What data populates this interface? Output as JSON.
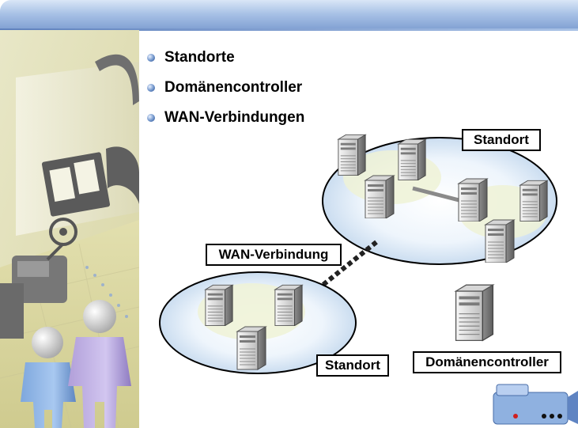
{
  "bullets": [
    {
      "text": "Standorte"
    },
    {
      "text": "Domänencontroller"
    },
    {
      "text": "WAN-Verbindungen"
    }
  ],
  "diagram": {
    "site_label_top": "Standort",
    "site_label_bottom": "Standort",
    "wan_label": "WAN-Verbindung",
    "dc_label": "Domänencontroller"
  },
  "colors": {
    "title_bar": "#7f9fd2",
    "site_ellipse_fill": "#e6f1fb",
    "site_ellipse_stroke": "#000000",
    "subnet_fill": "#eef2d6",
    "wan_link": "#222222",
    "lan_link": "#8a8a8a"
  },
  "icons": [
    "server-icon",
    "person-icon",
    "film-reel-icon",
    "projector-icon",
    "video-camera-icon",
    "bullet-icon"
  ]
}
